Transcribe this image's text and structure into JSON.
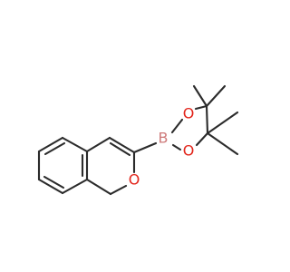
{
  "atom_labels": {
    "boron": "B",
    "oxygen_ring_top": "O",
    "oxygen_ring_bottom": "O",
    "oxygen_pyran": "O"
  },
  "colors": {
    "bond": "#2b2b2b",
    "boron": "#ce7a7a",
    "oxygen": "#e2241a",
    "background": "#ffffff"
  }
}
